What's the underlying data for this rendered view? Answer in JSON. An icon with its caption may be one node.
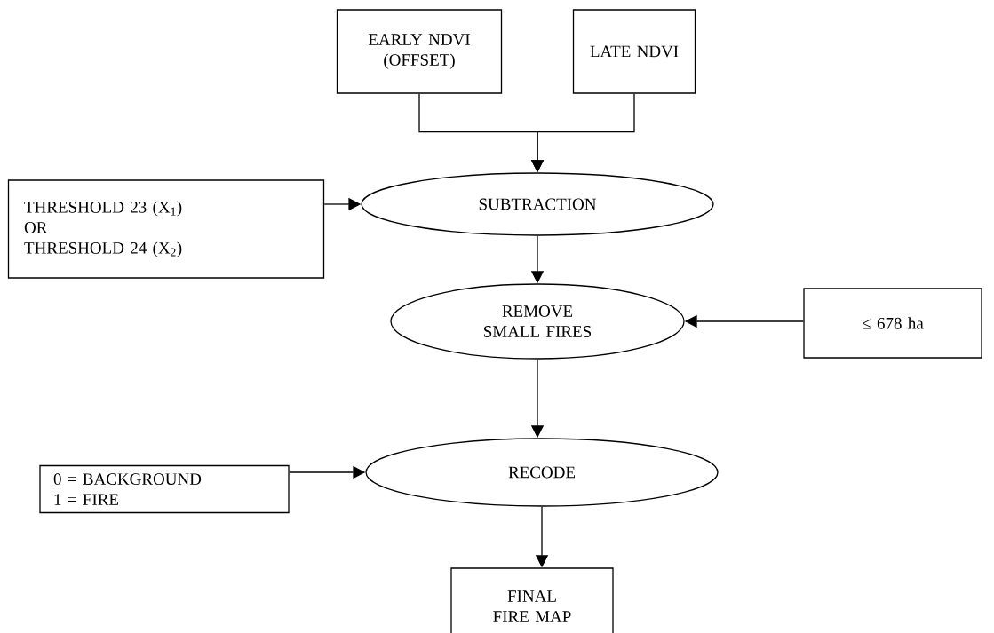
{
  "diagram": {
    "nodes": [
      {
        "text": [
          "EARLY NDVI (OFFSET)"
        ]
      },
      {
        "text": [
          "LATE NDVI"
        ]
      },
      {
        "text": [
          "THRESHOLD 23 (X$_{1}$)",
          "OR",
          "THRESHOLD 24 (X$_{2}$)"
        ]
      },
      {
        "text": [
          "SUBTRACTION"
        ]
      },
      {
        "text": [
          "REMOVE SMALL FIRES"
        ]
      },
      {
        "text": [
          "≤  678 ha"
        ]
      },
      {
        "text": [
          "0 = BACKGROUND",
          "1 = FIRE"
        ]
      },
      {
        "text": [
          "RECODE"
        ]
      },
      {
        "text": [
          "FINAL FIRE MAP"
        ]
      }
    ],
    "edges": [
      {
        "from": 0,
        "to": 3,
        "arrow": "to"
      },
      {
        "from": 1,
        "to": 3,
        "arrow": "to"
      },
      {
        "from": 2,
        "to": 3,
        "arrow": "to"
      },
      {
        "from": 3,
        "to": 4,
        "arrow": "to"
      },
      {
        "from": 5,
        "to": 4,
        "arrow": "to"
      },
      {
        "from": 6,
        "to": 7,
        "arrow": "to"
      },
      {
        "from": 4,
        "to": 7,
        "arrow": "to"
      },
      {
        "from": 7,
        "to": 8,
        "arrow": "to"
      }
    ]
  }
}
